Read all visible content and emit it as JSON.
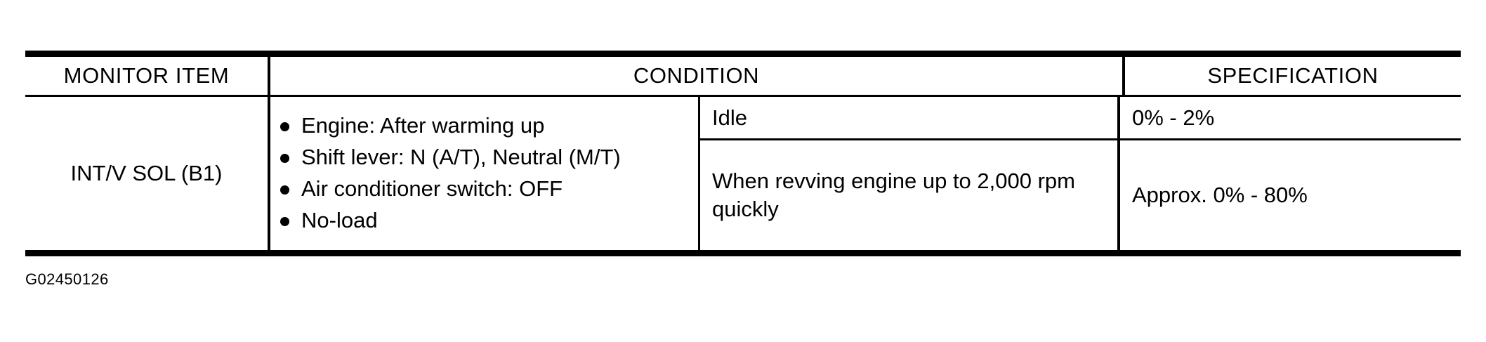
{
  "table": {
    "headers": {
      "monitor_item": "MONITOR ITEM",
      "condition": "CONDITION",
      "specification": "SPECIFICATION"
    },
    "rows": [
      {
        "monitor_item": "INT/V SOL (B1)",
        "conditions": [
          "Engine: After warming up",
          "Shift lever: N (A/T), Neutral (M/T)",
          "Air conditioner switch: OFF",
          "No-load"
        ],
        "measurements": [
          {
            "condition": "Idle",
            "specification": "0% - 2%"
          },
          {
            "condition": "When revving engine up to 2,000 rpm quickly",
            "specification": "Approx. 0% - 80%"
          }
        ]
      }
    ]
  },
  "caption": "G02450126",
  "colors": {
    "text": "#000000",
    "rule": "#000000",
    "background": "#ffffff"
  }
}
